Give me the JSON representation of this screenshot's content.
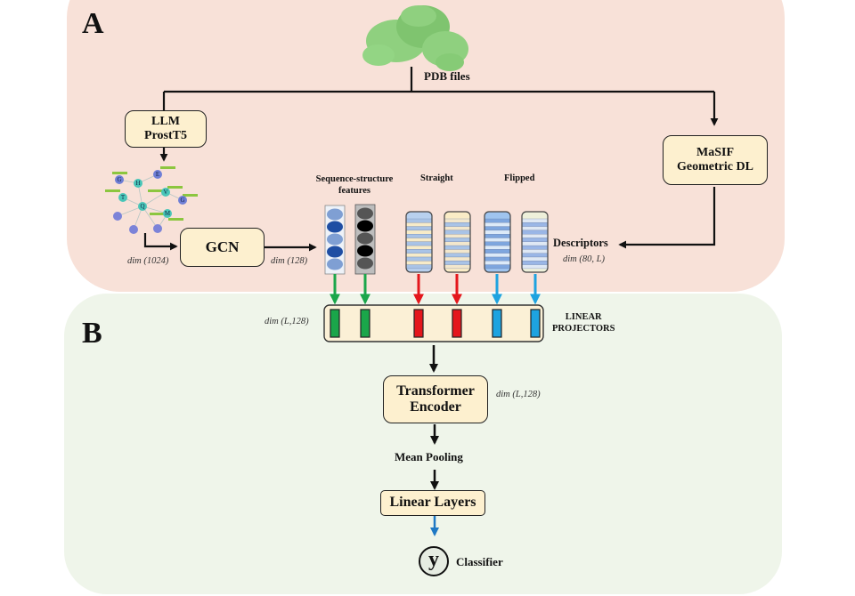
{
  "panels": {
    "a": {
      "letter": "A"
    },
    "b": {
      "letter": "B"
    }
  },
  "input": {
    "label": "PDB files",
    "image": "protein-surface-structure"
  },
  "nodes": {
    "llm": {
      "line1": "LLM",
      "line2": "ProstT5"
    },
    "masif": {
      "line1": "MaSIF",
      "line2": "Geometric DL"
    },
    "gcn": {
      "label": "GCN"
    },
    "transformer": {
      "line1": "Transformer",
      "line2": "Encoder"
    },
    "linear_layers": {
      "label": "Linear Layers"
    },
    "classifier": {
      "symbol": "y",
      "label": "Classifier"
    }
  },
  "graph": {
    "residues": [
      "G",
      "H",
      "E",
      "T",
      "V",
      "G",
      "Q",
      "M"
    ]
  },
  "labels": {
    "seq_struct_line1": "Sequence-structure",
    "seq_struct_line2": "features",
    "straight": "Straight",
    "flipped": "Flipped",
    "descriptors": "Descriptors",
    "linear_projectors_line1": "LINEAR",
    "linear_projectors_line2": "PROJECTORS",
    "mean_pooling": "Mean Pooling"
  },
  "dims": {
    "llm_out": "dim (1024)",
    "gcn_out": "dim (128)",
    "descriptors": "dim (80, L)",
    "projectors": "dim (L,128)",
    "transformer": "dim (L,128)"
  },
  "colors": {
    "panel_a_bg": "#f8e1d8",
    "panel_b_bg": "#eff5ea",
    "box_fill": "#fdf0cf",
    "green": "#1aa64a",
    "red": "#e4161c",
    "blue": "#1ea3e0",
    "classifier_arrow": "#1f78c4",
    "protein": "#8fd07f"
  }
}
